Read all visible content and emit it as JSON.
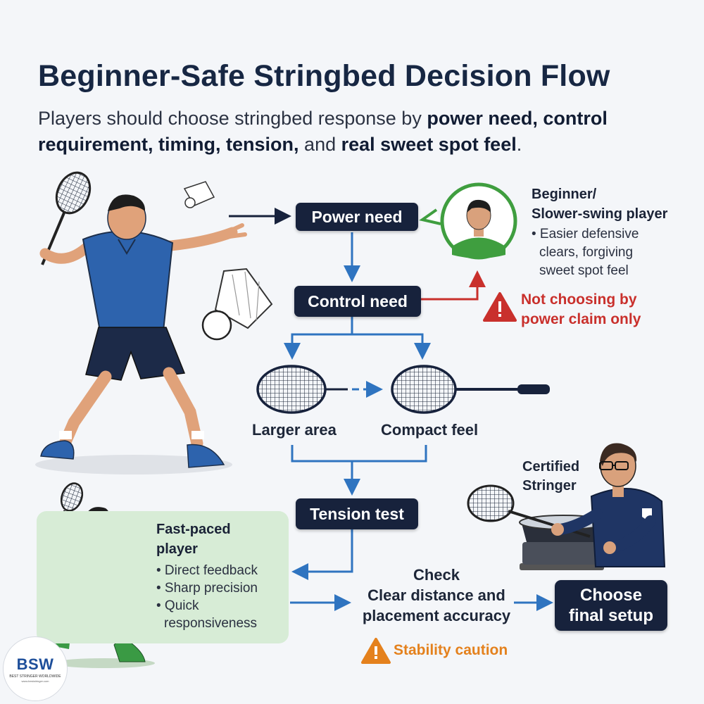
{
  "title": "Beginner-Safe Stringbed Decision Flow",
  "subtitle": {
    "t1": "Players should choose stringbed response by ",
    "b1": "power need, control requirement, timing, tension,",
    "t2": " and ",
    "b2": "real sweet spot feel",
    "t3": "."
  },
  "nodes": {
    "power_need": "Power need",
    "control_need": "Control need",
    "tension_test": "Tension test",
    "final_setup_line1": "Choose",
    "final_setup_line2": "final setup"
  },
  "racquet_options": {
    "larger_area": "Larger area",
    "compact_feel": "Compact feel"
  },
  "beginner_panel": {
    "head_line1": "Beginner/",
    "head_line2": "Slower-swing player",
    "body_line1": "• Easier defensive",
    "body_line2": "clears, forgiving",
    "body_line3": "sweet spot feel"
  },
  "warning_power": {
    "line1": "Not choosing by",
    "line2": "power claim only"
  },
  "fast_panel": {
    "head_line1": "Fast-paced",
    "head_line2": "player",
    "items": [
      "• Direct feedback",
      "• Sharp precision",
      "• Quick",
      "responsiveness"
    ]
  },
  "check": {
    "line1": "Check",
    "line2": "Clear distance and",
    "line3": "placement accuracy"
  },
  "certified": {
    "line1": "Certified",
    "line2": "Stringer"
  },
  "stability_caution": "Stability caution",
  "logo": {
    "mark": "BSW",
    "tagline": "BEST STRINGER WORLDWIDE",
    "url": "www.beststringer.com"
  },
  "colors": {
    "navy": "#17223c",
    "flow_blue": "#2f74c0",
    "alert_red": "#c9302c",
    "caution_orange": "#e4811d",
    "green_panel": "#d7ecd6",
    "beginner_green": "#3f9e3f"
  }
}
